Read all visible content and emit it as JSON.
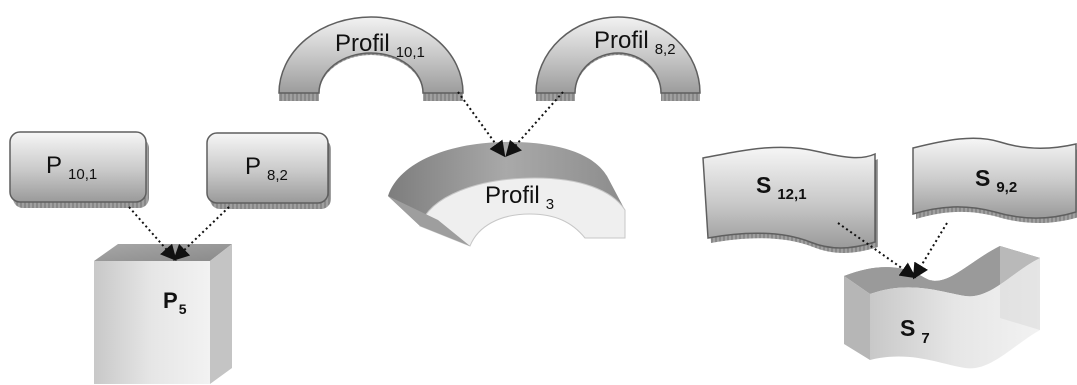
{
  "group1": {
    "input_a": {
      "base": "P",
      "sub": "10,1"
    },
    "input_b": {
      "base": "P",
      "sub": "8,2"
    },
    "result": {
      "base": "P",
      "sub": "5"
    }
  },
  "group2": {
    "input_a": {
      "base": "Profil",
      "sub": "10,1"
    },
    "input_b": {
      "base": "Profil",
      "sub": "8,2"
    },
    "result": {
      "base": "Profil",
      "sub": "3"
    }
  },
  "group3": {
    "input_a": {
      "base": "S",
      "sub": "12,1"
    },
    "input_b": {
      "base": "S",
      "sub": "9,2"
    },
    "result": {
      "base": "S",
      "sub": "7"
    }
  }
}
